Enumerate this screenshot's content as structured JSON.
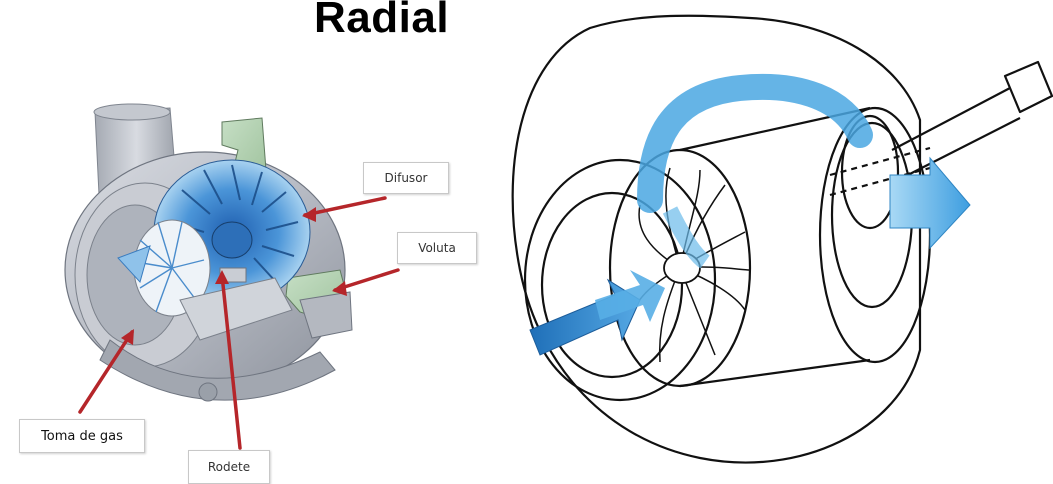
{
  "title": "Radial",
  "labels": {
    "difusor": "Difusor",
    "voluta": "Voluta",
    "toma": "Toma de gas",
    "rodete": "Rodete"
  },
  "colors": {
    "arrow": "#b5262a",
    "flow_blue": "#3d9ad6",
    "flow_light": "#a9d6f2",
    "metal": "#b9bdc5",
    "metal_dark": "#8a8f99",
    "line": "#111111"
  }
}
